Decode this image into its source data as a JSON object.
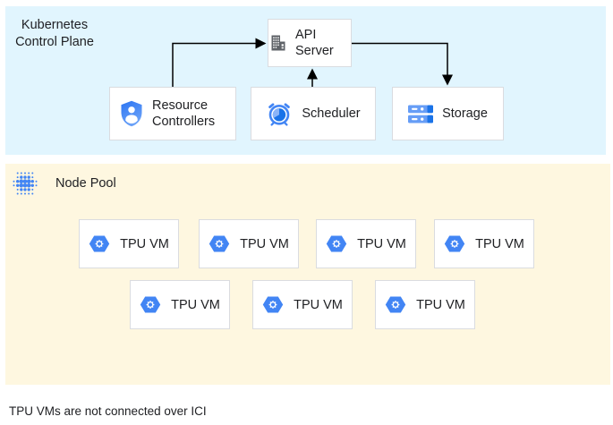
{
  "control_plane": {
    "label": "Kubernetes Control Plane",
    "api_server_label": "API Server",
    "resource_controllers_label": "Resource Controllers",
    "scheduler_label": "Scheduler",
    "storage_label": "Storage"
  },
  "node_pool": {
    "label": "Node Pool",
    "vm_label": "TPU VM",
    "vm_count": 7
  },
  "caption": "TPU VMs are not connected over ICI",
  "icons": {
    "api_server": "building-icon",
    "resource_controllers": "shield-user-icon",
    "scheduler": "alarm-clock-icon",
    "storage": "storage-disks-icon",
    "node_pool": "dot-cluster-icon",
    "tpu_vm": "hexagon-gear-icon"
  },
  "colors": {
    "control_plane_bg": "#e1f5fe",
    "node_pool_bg": "#fef7e0",
    "box_bg": "#ffffff",
    "box_border": "#dadce0",
    "accent_blue": "#4285f4",
    "dark_blue": "#1a73e8",
    "light_blue": "#8ab4f8",
    "icon_gray": "#5f6368",
    "arrow": "#000000",
    "text": "#202124"
  }
}
